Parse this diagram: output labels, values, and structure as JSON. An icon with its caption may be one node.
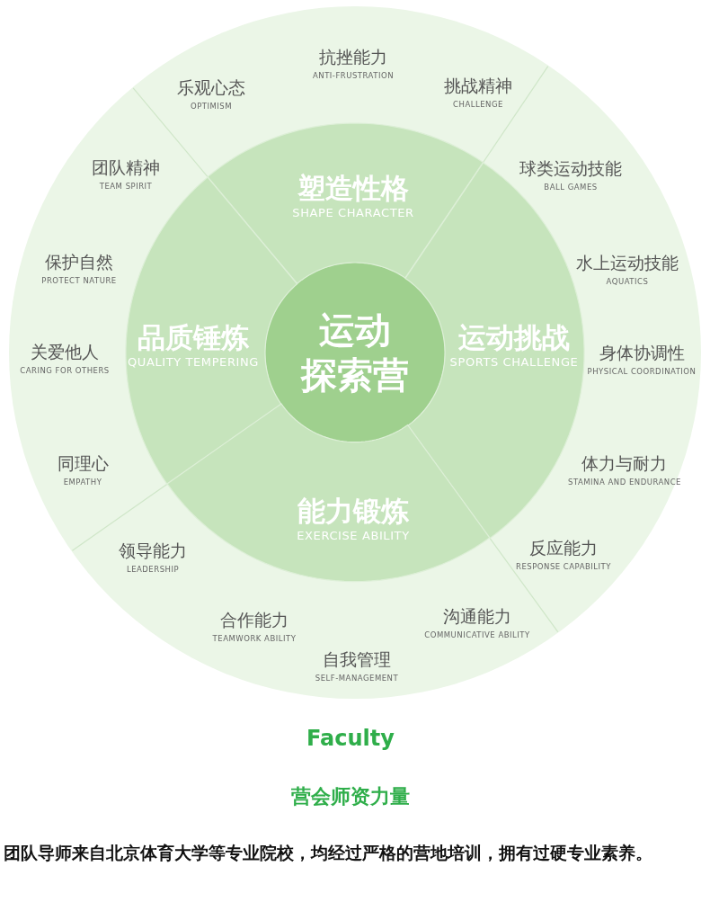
{
  "diagram": {
    "nodes": [
      {
        "text": [],
        "shape": "circle"
      },
      {
        "text": [
          "运动探索营"
        ],
        "in": 0
      },
      {
        "text": [
          "塑造性格",
          "SHAPE CHARACTER"
        ],
        "in": 0
      },
      {
        "text": [
          "品质锤炼",
          "QUALITY TEMPERING"
        ],
        "in": 0
      },
      {
        "text": [
          "运动挑战",
          "SPORTS CHALLENGE"
        ],
        "in": 0
      },
      {
        "text": [
          "能力锻炼",
          "EXERCISE ABILITY"
        ],
        "in": 0
      },
      {
        "text": [
          "抗挫能力",
          "ANTI-FRUSTRATION"
        ],
        "in": 0
      },
      {
        "text": [
          "乐观心态",
          "OPTIMISM"
        ],
        "in": 0
      },
      {
        "text": [
          "挑战精神",
          "CHALLENGE"
        ],
        "in": 0
      },
      {
        "text": [
          "团队精神",
          "TEAM SPIRIT"
        ],
        "in": 0
      },
      {
        "text": [
          "球类运动技能",
          "BALL GAMES"
        ],
        "in": 0
      },
      {
        "text": [
          "保护自然",
          "PROTECT NATURE"
        ],
        "in": 0
      },
      {
        "text": [
          "水上运动技能",
          "AQUATICS"
        ],
        "in": 0
      },
      {
        "text": [
          "关爱他人",
          "CARING FOR OTHERS"
        ],
        "in": 0
      },
      {
        "text": [
          "身体协调性",
          "PHYSICAL COORDINATION"
        ],
        "in": 0
      },
      {
        "text": [
          "同理心",
          "EMPATHY"
        ],
        "in": 0
      },
      {
        "text": [
          "体力与耐力",
          "STAMINA AND ENDURANCE"
        ],
        "in": 0
      },
      {
        "text": [
          "领导能力",
          "LEADERSHIP"
        ],
        "in": 0
      },
      {
        "text": [
          "反应能力",
          "RESPONSE CAPABILITY"
        ],
        "in": 0
      },
      {
        "text": [
          "合作能力",
          "TEAMWORK ABILITY"
        ],
        "in": 0
      },
      {
        "text": [
          "沟通能力",
          "COMMUNICATIVE ABILITY"
        ],
        "in": 0
      },
      {
        "text": [
          "自我管理",
          "SELF-MANAGEMENT"
        ],
        "in": 0
      }
    ],
    "labels": [
      "Faculty",
      "营会师资力量",
      "团队导师来自北京体育大学等专业院校，均经过严格的营地培训，拥有过硬专业素养。"
    ]
  }
}
